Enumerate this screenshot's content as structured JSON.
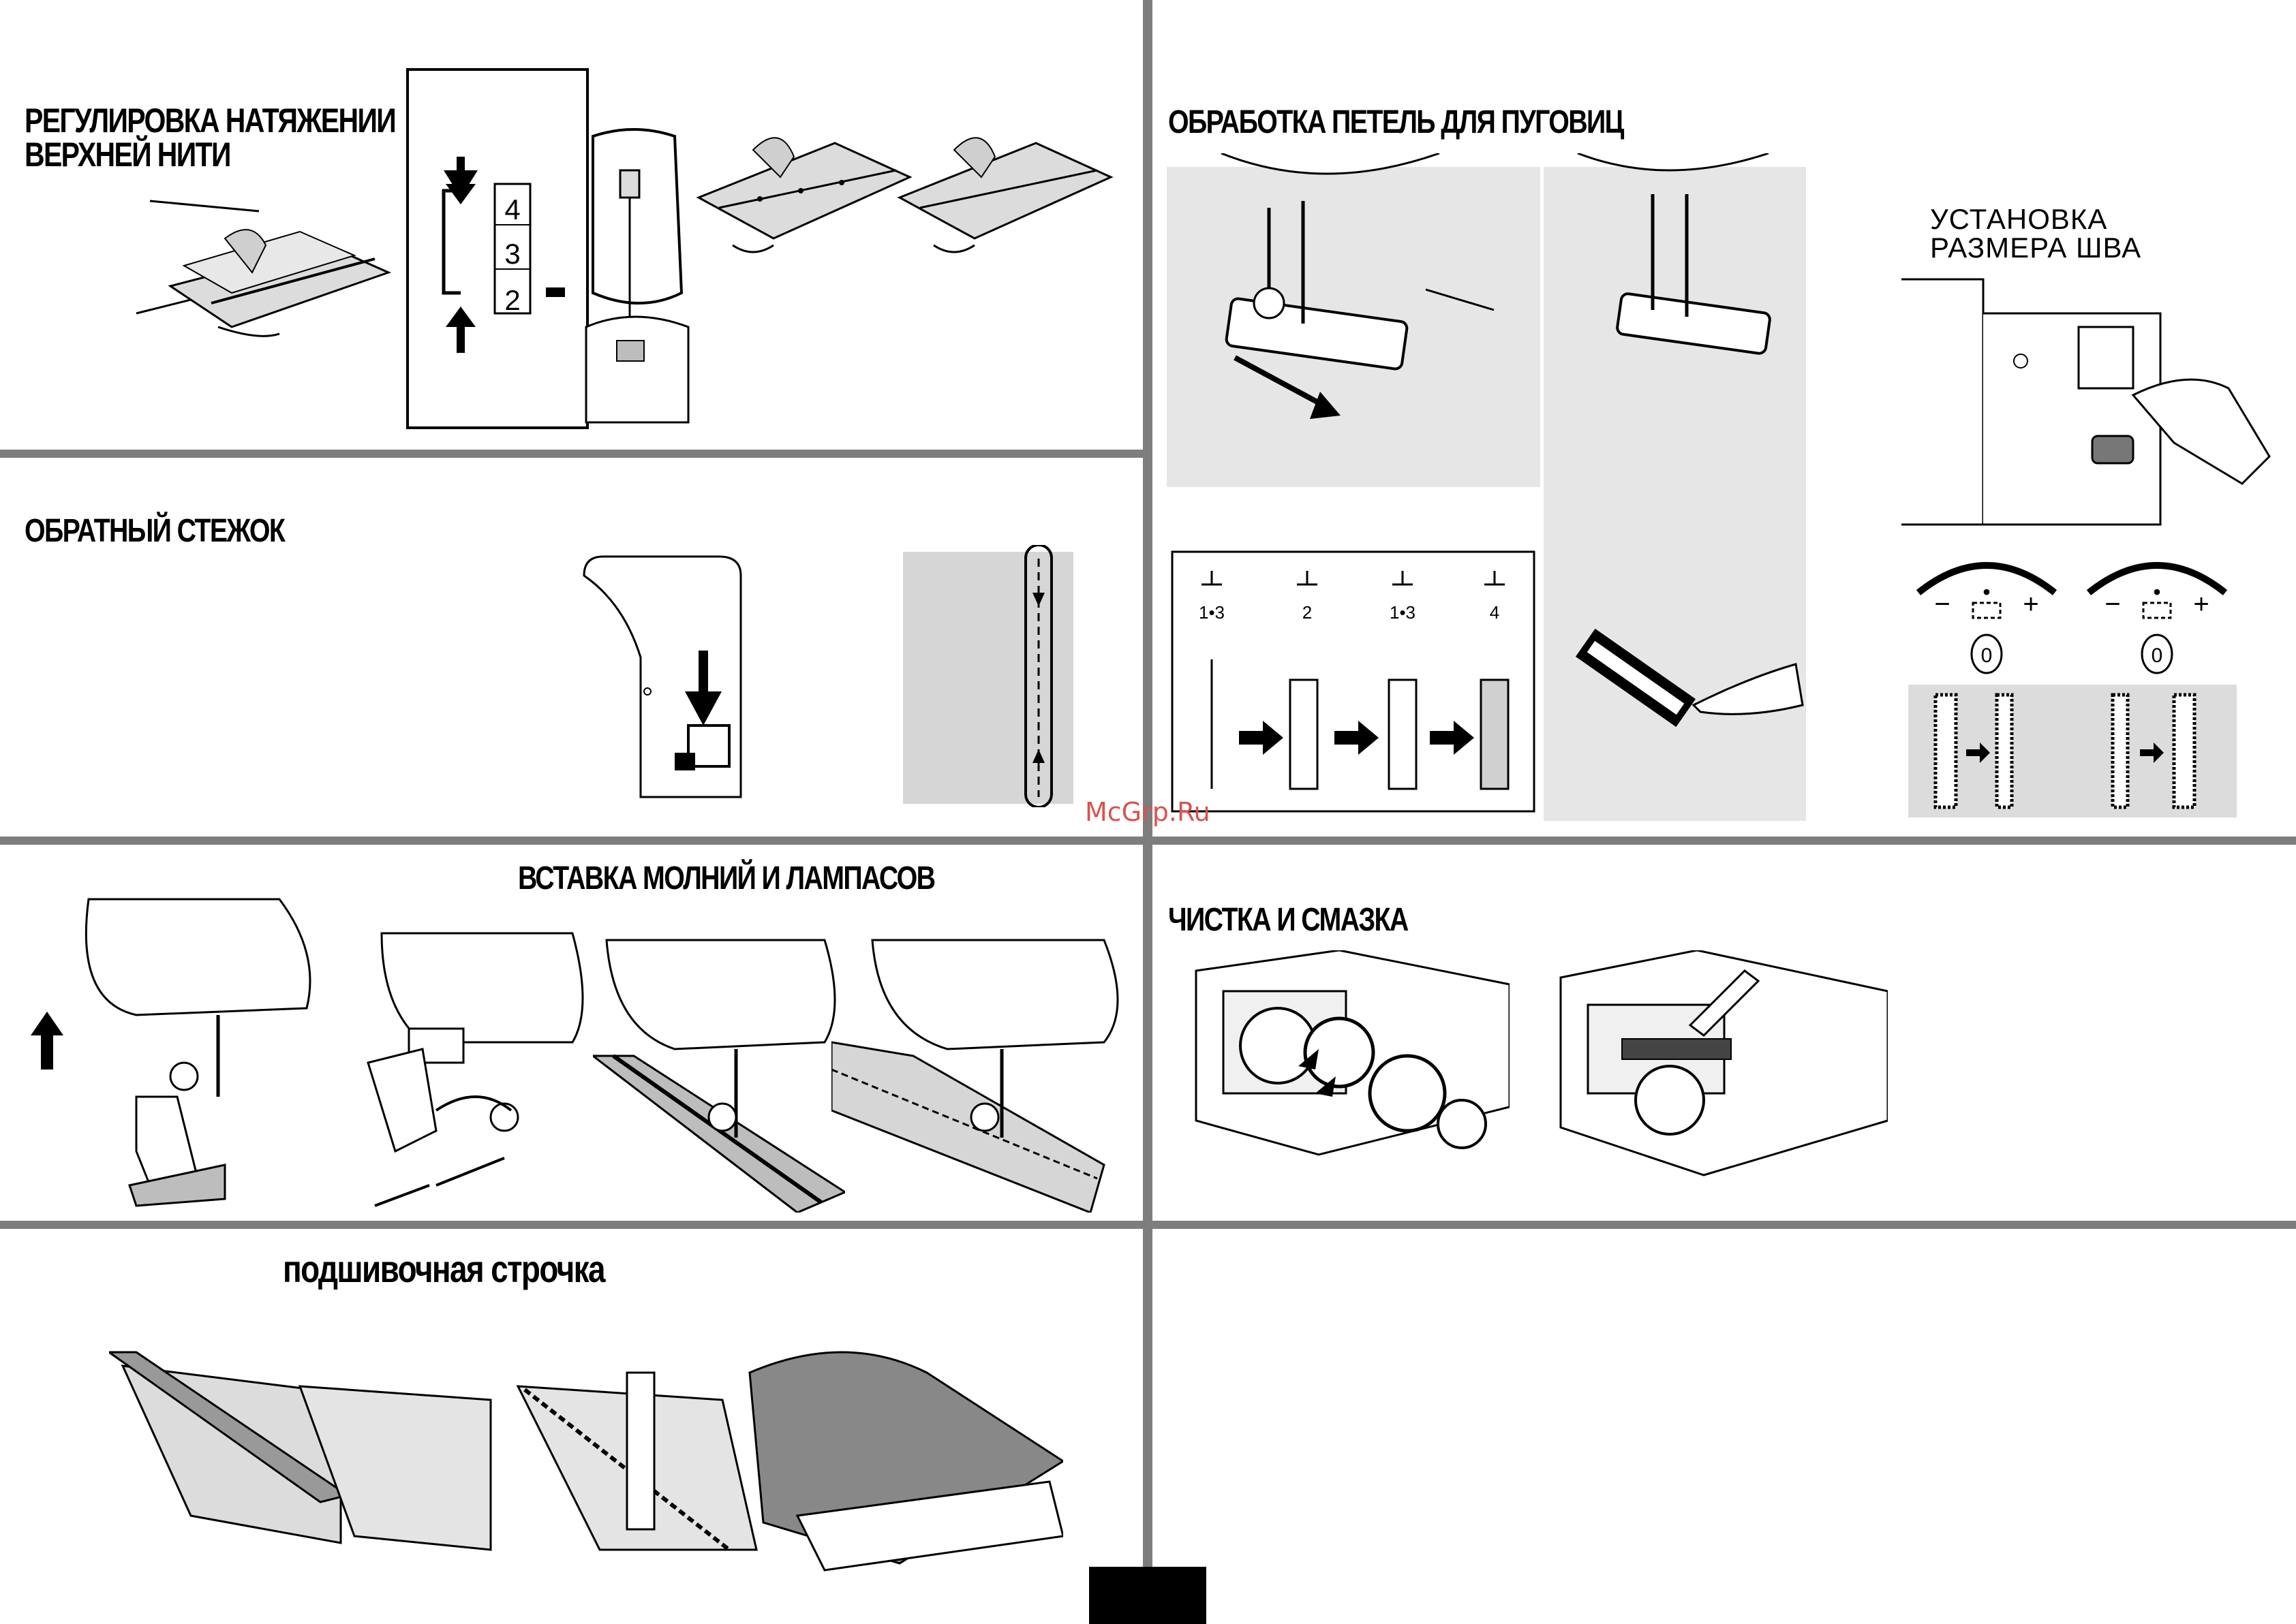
{
  "colors": {
    "divider": "#7d7d7d",
    "ink": "#000000",
    "fabric": "#dcdcdc",
    "shade": "#bdbdbd",
    "watermark": "#d9534f"
  },
  "sections": {
    "tension": {
      "title_line1": "РЕГУЛИРОВКА НАТЯЖЕНИИ",
      "title_line2": "ВЕРХНЕЙ НИТИ",
      "dial_numbers": [
        "4",
        "3",
        "2"
      ],
      "minus": "-"
    },
    "reverse": {
      "title": "ОБРАТНЫЙ СТЕЖОК"
    },
    "buttonhole": {
      "title": "ОБРАБОТКА ПЕТЕЛЬ ДЛЯ ПУГОВИЦ",
      "steps": [
        {
          "label": "1•3"
        },
        {
          "label": "2"
        },
        {
          "label": "1•3"
        },
        {
          "label": "4"
        }
      ]
    },
    "seam_size": {
      "title_line1": "УСТАНОВКА",
      "title_line2": "РАЗМЕРА ШВА",
      "minus": "−",
      "plus": "+",
      "dot": "•",
      "zero": "0"
    },
    "zipper": {
      "title": "ВСТАВКА МОЛНИЙ И ЛАМПАСОВ"
    },
    "cleaning": {
      "title": "ЧИСТКА И СМАЗКА"
    },
    "hem": {
      "title": "подшивочная строчка"
    }
  },
  "watermark": "McGrp.Ru"
}
